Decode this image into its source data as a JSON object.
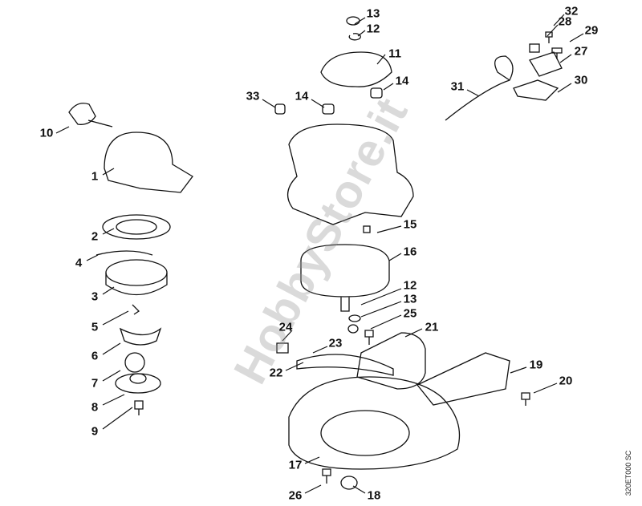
{
  "diagram_code": "320ET000 SC",
  "watermark": "HobbyStore.it",
  "part_labels": [
    "13",
    "12",
    "11",
    "14",
    "33",
    "14",
    "32",
    "28",
    "29",
    "27",
    "30",
    "31",
    "10",
    "1",
    "2",
    "4",
    "3",
    "5",
    "6",
    "7",
    "8",
    "9",
    "15",
    "16",
    "12",
    "13",
    "25",
    "21",
    "24",
    "23",
    "22",
    "19",
    "20",
    "17",
    "26",
    "18"
  ]
}
